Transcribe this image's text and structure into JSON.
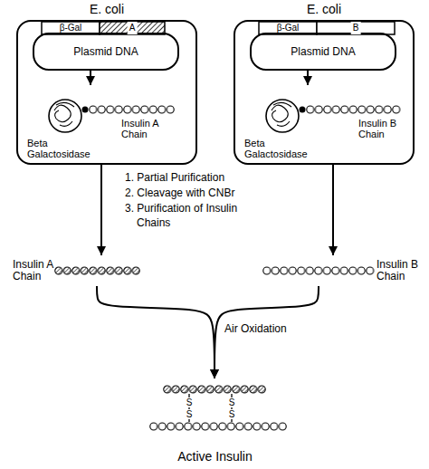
{
  "diagram": {
    "nodes": [
      {
        "text": [
          "E. coli"
        ]
      },
      {
        "text": [
          "β-Gal",
          "A",
          "Plasmid DNA"
        ],
        "in": 0
      },
      {
        "text": [
          "Insulin A Chain",
          "Beta Galactosidase"
        ],
        "in": 0
      },
      {
        "text": [
          "E. coli"
        ]
      },
      {
        "text": [
          "β-Gal",
          "B",
          "Plasmid DNA"
        ],
        "in": 3
      },
      {
        "text": [
          "Insulin B Chain",
          "Beta Galactosidase"
        ],
        "in": 3
      },
      {
        "text": [
          "Insulin A Chain"
        ]
      },
      {
        "text": [
          "Insulin B Chain"
        ]
      },
      {
        "text": [
          "Active Insulin"
        ]
      }
    ],
    "edges": [
      {
        "from": 1,
        "to": 2,
        "arrow": "to"
      },
      {
        "from": 4,
        "to": 5,
        "arrow": "to"
      },
      {
        "from": 0,
        "to": 6,
        "arrow": "to"
      },
      {
        "from": 3,
        "to": 7,
        "arrow": "to"
      },
      {
        "from": 6,
        "to": 8,
        "label": "Air Oxidation",
        "arrow": "to"
      },
      {
        "from": 7,
        "to": 8,
        "arrow": "to"
      }
    ],
    "labels": [
      "1. Partial Purification",
      "2. Cleavage with CNBr",
      "3. Purification of Insulin Chains",
      "S",
      "S",
      "S",
      "S"
    ]
  }
}
